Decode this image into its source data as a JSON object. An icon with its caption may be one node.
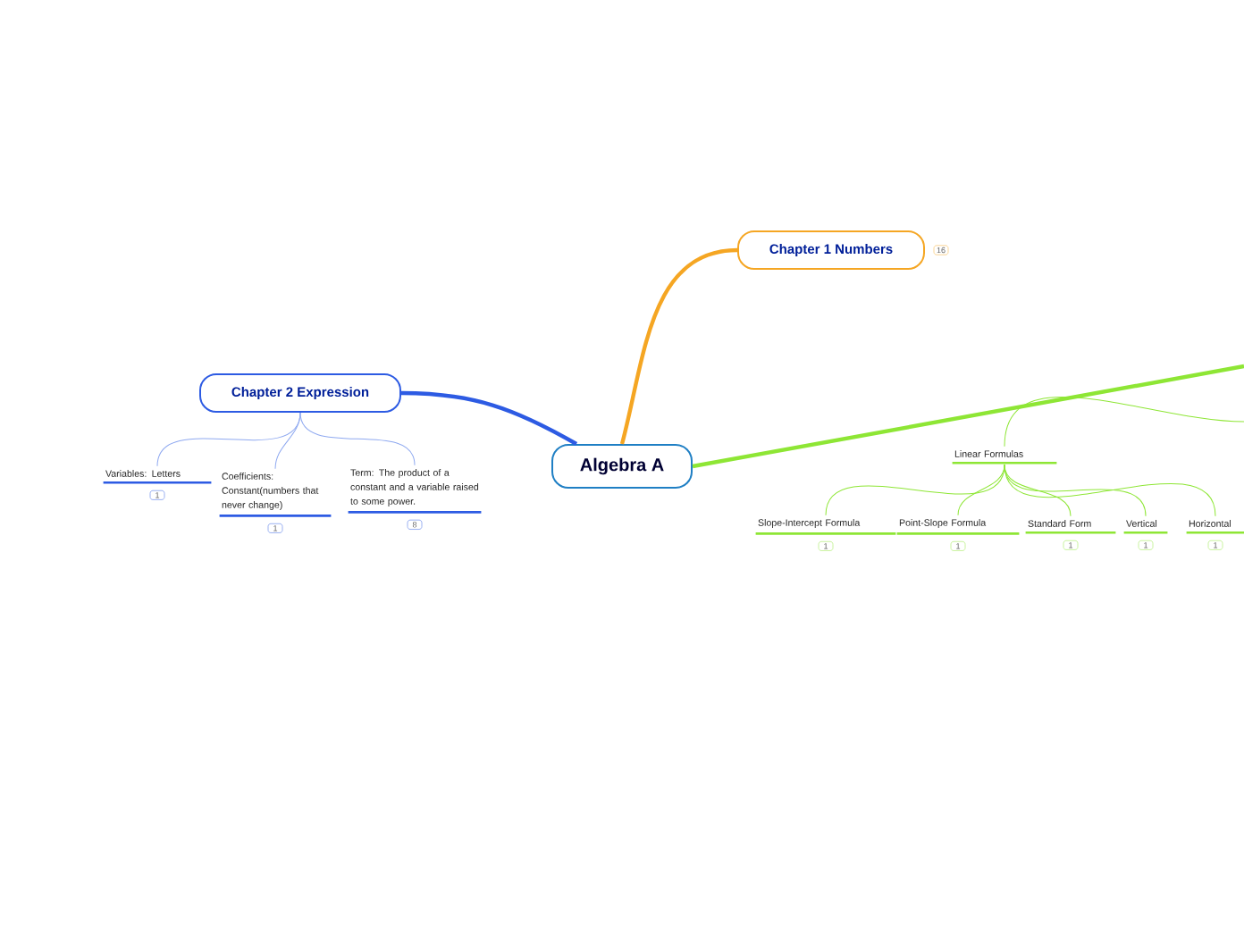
{
  "diagram": {
    "nodes": [
      {
        "text": [
          "Algebra A"
        ]
      },
      {
        "text": [
          "Chapter 1 Numbers"
        ],
        "beside": [
          "16"
        ]
      },
      {
        "text": [
          "Chapter 2 Expression"
        ]
      },
      {
        "text": [
          "Variables: Letters"
        ],
        "beside": [
          "1"
        ]
      },
      {
        "text": [
          "Coefficients: Constant(numbers that never change)"
        ],
        "beside": [
          "1"
        ]
      },
      {
        "text": [
          "Term: The product of a constant and a variable raised to some power."
        ],
        "beside": [
          "8"
        ]
      },
      {
        "text": [
          "Linear Formulas"
        ]
      },
      {
        "text": [
          "Slope-Intercept Formula"
        ],
        "beside": [
          "1"
        ]
      },
      {
        "text": [
          "Point-Slope Formula"
        ],
        "beside": [
          "1"
        ]
      },
      {
        "text": [
          "Standard Form"
        ],
        "beside": [
          "1"
        ]
      },
      {
        "text": [
          "Vertical"
        ],
        "beside": [
          "1"
        ]
      },
      {
        "text": [
          "Horizontal"
        ],
        "beside": [
          "1"
        ]
      }
    ],
    "edges": [
      {
        "from": 0,
        "to": 1,
        "arrow": "none",
        "style": "thick",
        "color": "#f5a623"
      },
      {
        "from": 0,
        "to": 2,
        "arrow": "none",
        "style": "thick",
        "color": "#2d5be3"
      },
      {
        "from": 0,
        "to": null,
        "arrow": "none",
        "style": "thick"
      },
      {
        "from": 2,
        "to": 3,
        "arrow": "none",
        "color": "#8fa9f0"
      },
      {
        "from": 2,
        "to": 4,
        "arrow": "none",
        "color": "#8fa9f0"
      },
      {
        "from": 2,
        "to": 5,
        "arrow": "none",
        "color": "#8fa9f0"
      },
      {
        "from": 6,
        "to": null,
        "arrow": "none"
      },
      {
        "from": 6,
        "to": 7,
        "arrow": "none"
      },
      {
        "from": 6,
        "to": 8,
        "arrow": "none"
      },
      {
        "from": 6,
        "to": 9,
        "arrow": "none"
      },
      {
        "from": 6,
        "to": 10,
        "arrow": "none"
      },
      {
        "from": 6,
        "to": 11,
        "arrow": "none"
      }
    ]
  }
}
